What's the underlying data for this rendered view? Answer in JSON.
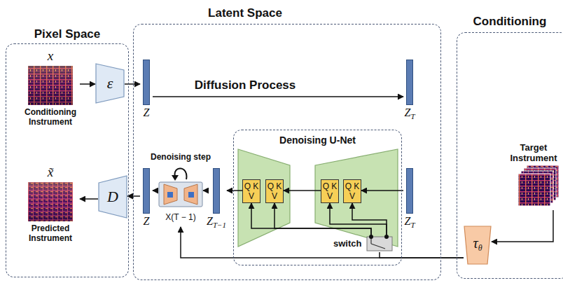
{
  "diagram": {
    "nodes": [
      {
        "text": [
          "Pixel Space"
        ]
      },
      {
        "text": [
          "Latent Space"
        ]
      },
      {
        "text": [
          "Conditioning"
        ]
      },
      {
        "text": [
          "x",
          "Conditioning Instrument"
        ],
        "in": 0
      },
      {
        "text": [
          "ε"
        ],
        "in": 0
      },
      {
        "text": [
          "Z"
        ],
        "in": 1
      },
      {
        "text": [
          "Z",
          "T"
        ],
        "in": 1
      },
      {
        "text": [
          "Denoising U-Net"
        ],
        "in": 1
      },
      {
        "text": [
          "Q K V"
        ],
        "in": 7
      },
      {
        "text": [
          "Q K V"
        ],
        "in": 7
      },
      {
        "text": [
          "Q K V"
        ],
        "in": 7
      },
      {
        "text": [
          "Q K V"
        ],
        "in": 7
      },
      {
        "text": [
          "Z",
          "T"
        ],
        "in": 1
      },
      {
        "text": [
          "switch"
        ],
        "in": 7
      },
      {
        "text": [
          "Z",
          "T−1"
        ],
        "in": 1
      },
      {
        "text": [
          "Denoising step",
          "X(T − 1)"
        ],
        "in": 1
      },
      {
        "text": [
          "Z"
        ],
        "in": 1
      },
      {
        "text": [
          "D"
        ],
        "in": 0
      },
      {
        "text": [
          "x̃",
          "Predicted Instrument"
        ],
        "in": 0
      },
      {
        "text": [
          "Target Instrument"
        ],
        "in": 2
      },
      {
        "text": [
          "τ",
          "θ"
        ],
        "in": 2
      }
    ],
    "edges": [
      {
        "from": 3,
        "to": 4,
        "arrow": "to"
      },
      {
        "from": 4,
        "to": 5,
        "arrow": "to"
      },
      {
        "from": 5,
        "to": 6,
        "label": "Diffusion Process",
        "arrow": "to"
      },
      {
        "from": 12,
        "to": 11,
        "arrow": "to"
      },
      {
        "from": 10,
        "to": 9,
        "arrow": "to"
      },
      {
        "from": 8,
        "to": 14,
        "arrow": "to"
      },
      {
        "from": 14,
        "to": 15,
        "arrow": "to"
      },
      {
        "from": 15,
        "to": 16,
        "arrow": "to"
      },
      {
        "from": 16,
        "to": 17,
        "arrow": "to"
      },
      {
        "from": 17,
        "to": 18,
        "arrow": "to"
      },
      {
        "from": 19,
        "to": 20,
        "arrow": "to"
      },
      {
        "from": 20,
        "to": 13,
        "arrow": "none"
      },
      {
        "from": 20,
        "to": 15,
        "arrow": "to"
      },
      {
        "from": 13,
        "to": 8,
        "arrow": "to"
      },
      {
        "from": 13,
        "to": 9,
        "arrow": "to"
      },
      {
        "from": 13,
        "to": 10,
        "arrow": "to"
      },
      {
        "from": 13,
        "to": 11,
        "arrow": "to"
      }
    ]
  }
}
